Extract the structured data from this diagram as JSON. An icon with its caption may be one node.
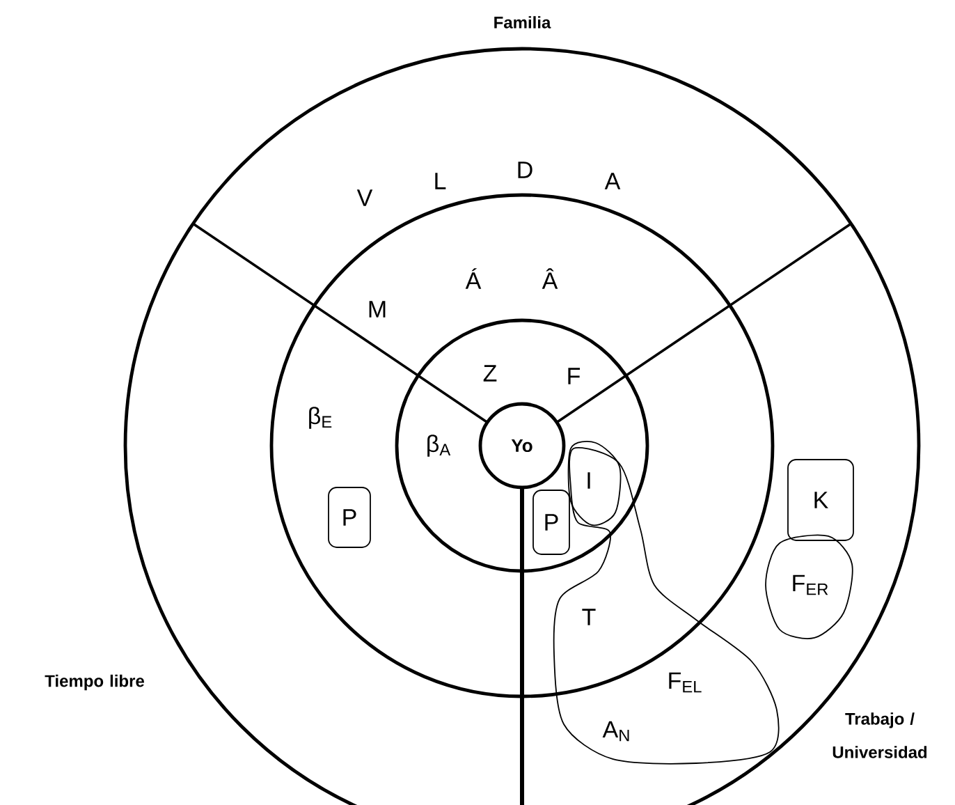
{
  "diagram": {
    "nodes": [
      {
        "text": [
          "Yo"
        ]
      },
      {
        "text": [
          "P"
        ]
      },
      {
        "text": [
          "P"
        ]
      },
      {
        "text": [
          "I"
        ]
      },
      {
        "text": [
          "T",
          "F$_{EL}$",
          "A$_{N}$"
        ]
      },
      {
        "text": [
          "K"
        ]
      },
      {
        "text": [
          "F$_{ER}$"
        ]
      }
    ],
    "labels": [
      "Familia",
      "V",
      "L",
      "D",
      "A",
      "M",
      "Á",
      "Â",
      "Z",
      "F",
      "β$_{E}$",
      "β$_{A}$",
      "Tiempo libre",
      "Trabajo / Universidad"
    ]
  }
}
